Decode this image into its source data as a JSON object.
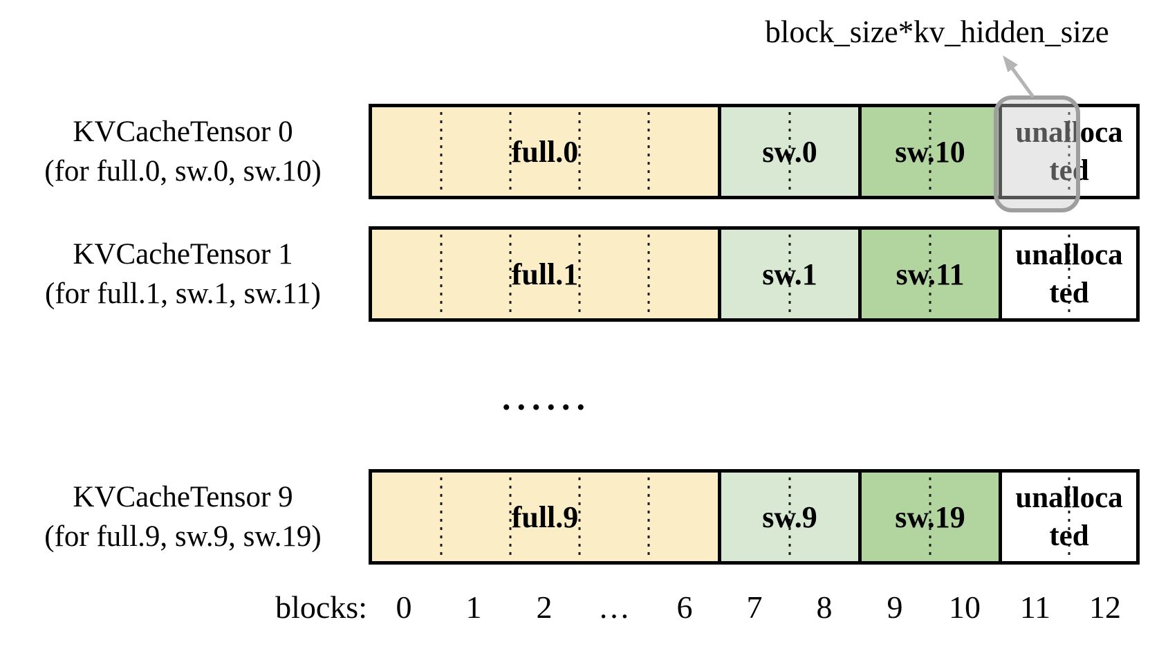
{
  "annotation": {
    "label": "block_size*kv_hidden_size"
  },
  "diagram": {
    "rows": [
      {
        "title": "KVCacheTensor 0",
        "subtitle": "(for full.0, sw.0, sw.10)",
        "full_label": "full.0",
        "sw_label": "sw.0",
        "sw2_label": "sw.10",
        "unallocated_label": "unalloca\nted"
      },
      {
        "title": "KVCacheTensor 1",
        "subtitle": "(for full.1, sw.1, sw.11)",
        "full_label": "full.1",
        "sw_label": "sw.1",
        "sw2_label": "sw.11",
        "unallocated_label": "unalloca\nted"
      },
      {
        "title": "KVCacheTensor 9",
        "subtitle": "(for full.9, sw.9, sw.19)",
        "full_label": "full.9",
        "sw_label": "sw.9",
        "sw2_label": "sw.19",
        "unallocated_label": "unalloca\nted"
      }
    ],
    "ellipsis": "......",
    "axis": {
      "label": "blocks:",
      "ticks": [
        "0",
        "1",
        "2",
        "…",
        "6",
        "7",
        "8",
        "9",
        "10",
        "11",
        "12"
      ]
    }
  },
  "colors": {
    "full": "#FBEEC6",
    "sw": "#D8E8D2",
    "sw2": "#B2D5A0",
    "unallocated": "#FFFFFF",
    "highlight_fill": "rgba(200,200,200,0.42)",
    "highlight_border": "#9E9E9E",
    "arrow": "#B4B4B4",
    "outline": "#000000"
  }
}
